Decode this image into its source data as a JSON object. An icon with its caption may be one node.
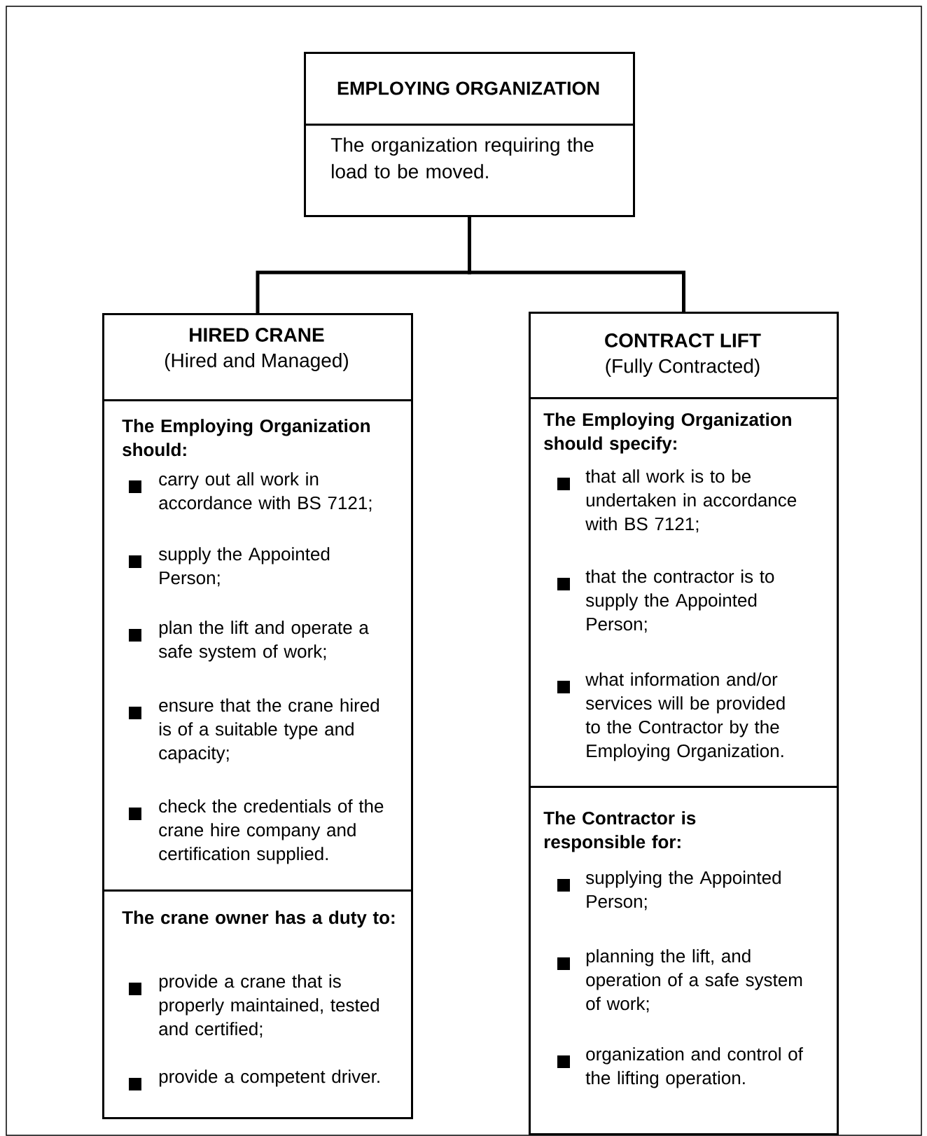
{
  "diagram": {
    "nodes": [
      {
        "text": [
          "EMPLOYING ORGANIZATION",
          "The organization requiring the load to be moved."
        ]
      },
      {
        "text": [
          "HIRED CRANE",
          "(Hired and Managed)"
        ]
      },
      {
        "text": [
          "The Employing Organization should:",
          "carry out all work in accordance with BS 7121;",
          "supply the Appointed Person;",
          "plan the lift and operate a safe system of work;",
          "ensure that the crane hired is of a suitable type and capacity;",
          "check the credentials of the crane hire company and certification supplied."
        ],
        "in": 1
      },
      {
        "text": [
          "The crane owner has a duty to:",
          "provide a crane that is properly maintained, tested and certified;",
          "provide a competent driver."
        ],
        "in": 1
      },
      {
        "text": [
          "CONTRACT LIFT",
          "(Fully Contracted)"
        ]
      },
      {
        "text": [
          "The Employing Organization should specify:",
          "that all work is to be undertaken in accordance with BS 7121;",
          "that the contractor is to supply the Appointed Person;",
          "what information and/or services will be provided to the Contractor by the Employing Organization."
        ],
        "in": 4
      },
      {
        "text": [
          "The Contractor is responsible for:",
          "supplying the Appointed Person;",
          "planning the lift, and operation of a safe system of work;",
          "organization and control of the lifting operation."
        ],
        "in": 4
      }
    ],
    "edges": [
      {
        "from": 0,
        "to": 1,
        "arrow": "none"
      },
      {
        "from": 0,
        "to": 4,
        "arrow": "none"
      }
    ]
  }
}
